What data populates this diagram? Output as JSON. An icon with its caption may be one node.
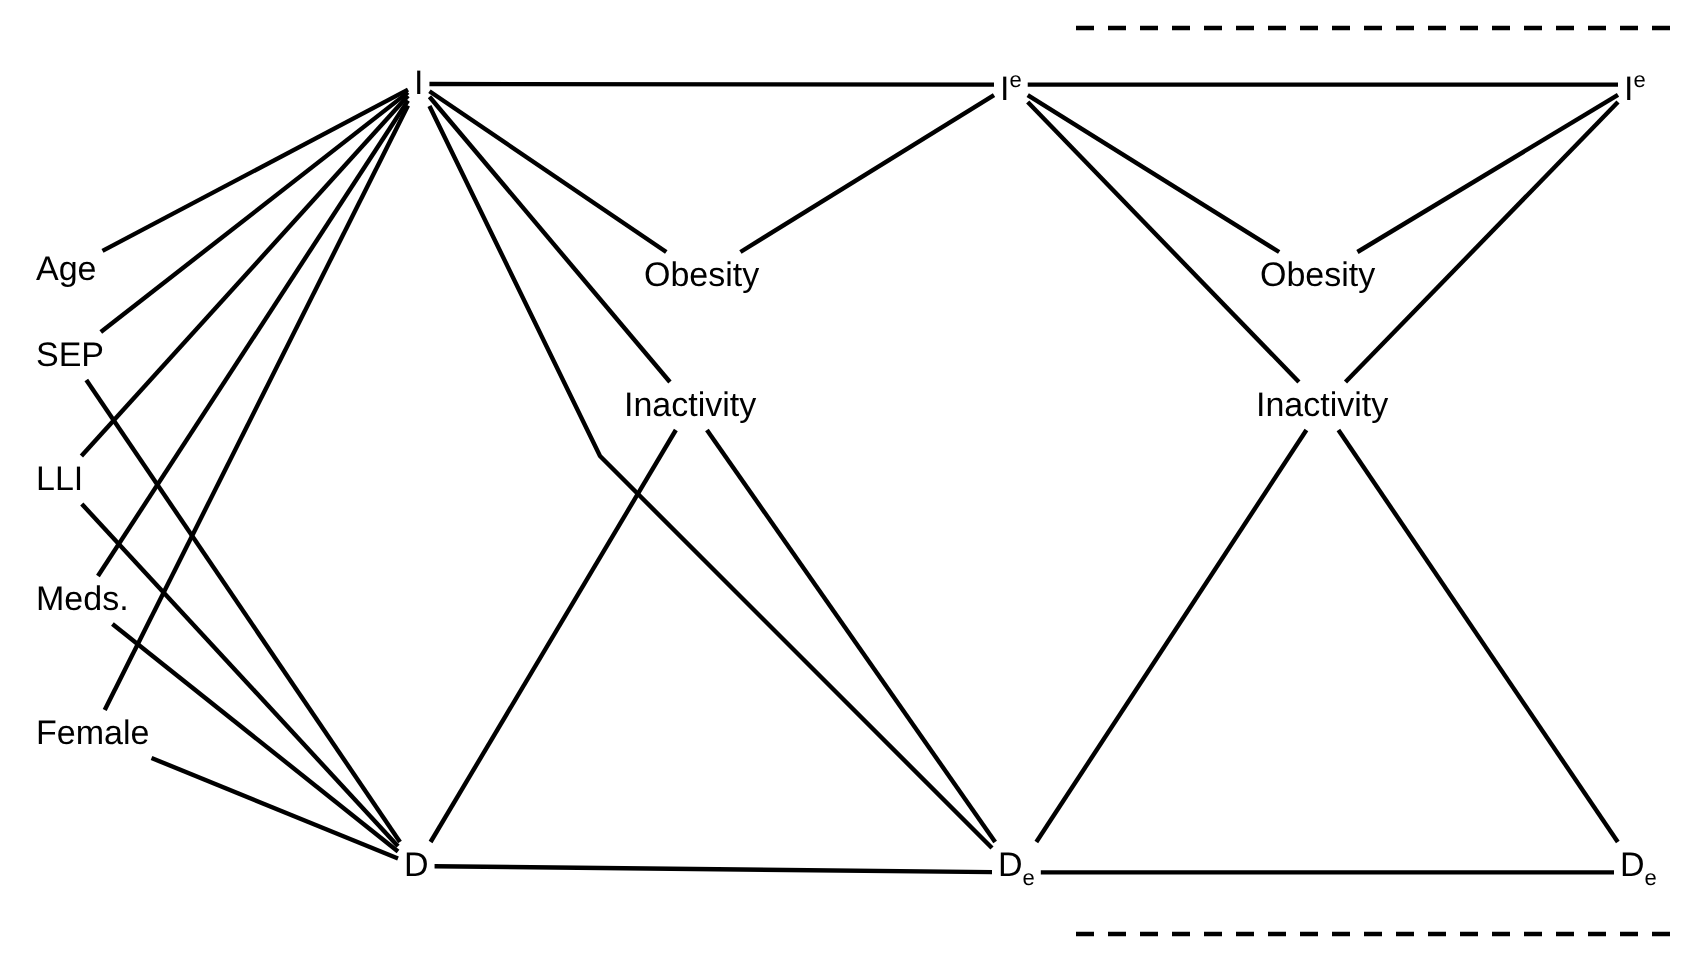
{
  "diagram": {
    "nodes": [
      {
        "text": [
          "I"
        ]
      },
      {
        "text": [
          "I$^{e}$"
        ]
      },
      {
        "text": [
          "I$^{e}$"
        ]
      },
      {
        "text": [
          "Age"
        ]
      },
      {
        "text": [
          "Obesity"
        ]
      },
      {
        "text": [
          "Obesity"
        ]
      },
      {
        "text": [
          "SEP"
        ]
      },
      {
        "text": [
          "Inactivity"
        ]
      },
      {
        "text": [
          "Inactivity"
        ]
      },
      {
        "text": [
          "LLI"
        ]
      },
      {
        "text": [
          "Meds."
        ]
      },
      {
        "text": [
          "Female"
        ]
      },
      {
        "text": [
          "D"
        ]
      },
      {
        "text": [
          "D$_{e}$"
        ]
      },
      {
        "text": [
          "D$_{e}$"
        ]
      }
    ],
    "edges": [
      {
        "from": 3,
        "to": 0,
        "arrow": "none"
      },
      {
        "from": 6,
        "to": 0,
        "arrow": "none"
      },
      {
        "from": 6,
        "to": 12,
        "arrow": "none"
      },
      {
        "from": 9,
        "to": 0,
        "arrow": "none"
      },
      {
        "from": 9,
        "to": 12,
        "arrow": "none"
      },
      {
        "from": 10,
        "to": 0,
        "arrow": "none"
      },
      {
        "from": 10,
        "to": 12,
        "arrow": "none"
      },
      {
        "from": 11,
        "to": 0,
        "arrow": "none"
      },
      {
        "from": 11,
        "to": 12,
        "arrow": "none"
      },
      {
        "from": 0,
        "to": 1,
        "arrow": "none"
      },
      {
        "from": 0,
        "to": 4,
        "arrow": "none"
      },
      {
        "from": 4,
        "to": 1,
        "arrow": "none"
      },
      {
        "from": 0,
        "to": 7,
        "arrow": "none"
      },
      {
        "from": 7,
        "to": 12,
        "arrow": "none"
      },
      {
        "from": 0,
        "to": 13,
        "arrow": "none"
      },
      {
        "from": 7,
        "to": 13,
        "arrow": "none"
      },
      {
        "from": 12,
        "to": 13,
        "arrow": "none"
      },
      {
        "from": 1,
        "to": 2,
        "arrow": "none"
      },
      {
        "from": 1,
        "to": 5,
        "arrow": "none"
      },
      {
        "from": 1,
        "to": 8,
        "arrow": "none"
      },
      {
        "from": 2,
        "to": 5,
        "arrow": "none"
      },
      {
        "from": 2,
        "to": 8,
        "arrow": "none"
      },
      {
        "from": 8,
        "to": 13,
        "arrow": "none"
      },
      {
        "from": 8,
        "to": 14,
        "arrow": "none"
      },
      {
        "from": 13,
        "to": 14,
        "arrow": "none"
      }
    ]
  }
}
